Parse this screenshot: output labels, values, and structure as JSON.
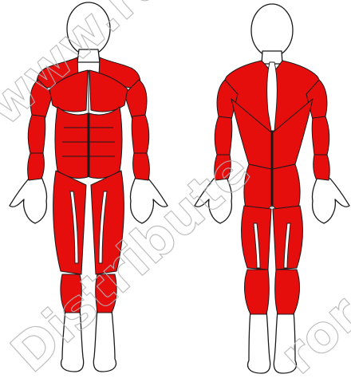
{
  "image": {
    "subject": "anterior and posterior muscle diagram",
    "watermark_text": [
      "www.ra",
      "Distribute",
      "ror"
    ],
    "colors": {
      "muscle": "#e60d0d",
      "outline": "#1a1a1a",
      "skin": "#ffffff",
      "watermark": "#b5b5b5",
      "background": "#ffffff"
    }
  }
}
